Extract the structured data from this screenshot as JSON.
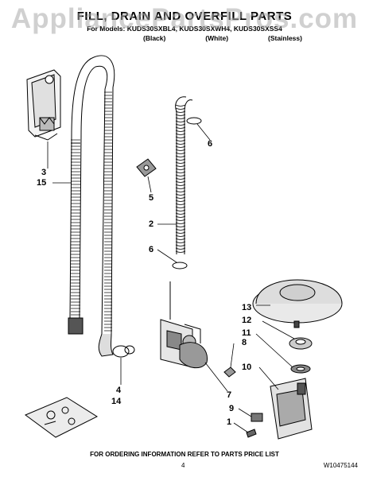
{
  "watermark": "AppliancePartsPros.com",
  "header": {
    "title": "FILL, DRAIN AND OVERFILL PARTS",
    "models": "For Models: KUDS30SXBL4, KUDS30SXWH4, KUDS30SXSS4",
    "variants": [
      "(Black)",
      "(White)",
      "(Stainless)"
    ]
  },
  "callouts": {
    "c3": "3",
    "c15": "15",
    "c5": "5",
    "c2": "2",
    "c6a": "6",
    "c6b": "6",
    "c4": "4",
    "c14": "14",
    "c7": "7",
    "c13": "13",
    "c12": "12",
    "c11": "11",
    "c8": "8",
    "c10": "10",
    "c9": "9",
    "c1": "1"
  },
  "footer": {
    "ordering": "FOR ORDERING INFORMATION REFER TO PARTS PRICE LIST",
    "page_number": "4",
    "part_number": "W10475144"
  }
}
